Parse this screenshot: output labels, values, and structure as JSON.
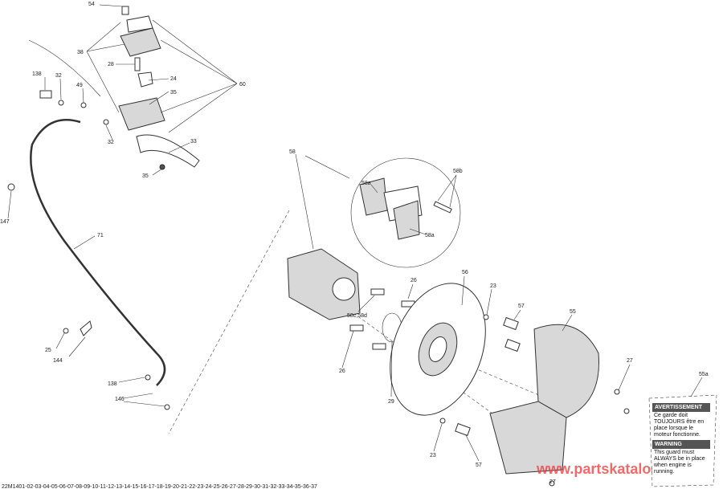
{
  "callouts": [
    "54",
    "38",
    "60",
    "28",
    "24",
    "35",
    "138",
    "32",
    "49",
    "32",
    "33",
    "35",
    "147",
    "71",
    "25",
    "144",
    "138",
    "146",
    "58",
    "58a",
    "58b",
    "58a",
    "26",
    "56",
    "23",
    "57",
    "55",
    "58c,58d",
    "26",
    "29",
    "27",
    "55a",
    "23",
    "57",
    "27"
  ],
  "decal": {
    "title_fr": "AVERTISSEMENT",
    "text_fr": "Ce garde doit TOUJOURS être en place lorsque le moteur fonctionne.",
    "title_en": "WARNING",
    "text_en": "This guard must ALWAYS be in place when engine is running."
  },
  "footer_code": "22M1401-02-03-04-05-06-07-08-09-10-11-12-13-14-15-16-17-18-19-20-21-22-23-24-25-26-27-28-29-30-31-32-33-34-35-36-37",
  "watermark": "www.partskatalog.ru",
  "colors": {
    "watermark": "#e83a3a",
    "line": "#333333"
  }
}
